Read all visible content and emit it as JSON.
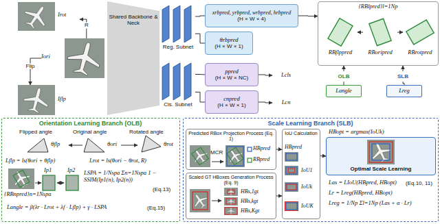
{
  "diagram": {
    "nodes": [
      {
        "text": [
          "Irot"
        ]
      },
      {
        "text": [
          "Iori"
        ]
      },
      {
        "text": [
          "Iflp"
        ]
      },
      {
        "text": [
          "Shared Backbone & Neck"
        ]
      },
      {
        "text": [
          "Reg. Subnet"
        ]
      },
      {
        "text": [
          "Cls. Subnet"
        ]
      },
      {
        "text": [
          "xrbpred, yrbpred, wrbpred, hrbpred",
          "(H × W × 4)"
        ]
      },
      {
        "text": [
          "θrbpred",
          "(H × W × 1)"
        ]
      },
      {
        "text": [
          "ppred",
          "(H × W × NC)"
        ]
      },
      {
        "text": [
          "cnpred",
          "(H × W × 1)"
        ]
      },
      {
        "text": [
          "Lcls"
        ]
      },
      {
        "text": [
          "Lcn"
        ]
      },
      {
        "text": [
          "{RBlpred}l=1Np"
        ]
      },
      {
        "text": [
          "RBflppred"
        ],
        "in": 12
      },
      {
        "text": [
          "RBoripred"
        ],
        "in": 12
      },
      {
        "text": [
          "RBrotpred"
        ],
        "in": 12
      },
      {
        "text": [
          "OLB"
        ]
      },
      {
        "text": [
          "SLB"
        ]
      },
      {
        "text": [
          "Langle"
        ]
      },
      {
        "text": [
          "Lreg"
        ]
      },
      {
        "text": [
          "Orientation Learning Branch (OLB)"
        ]
      },
      {
        "text": [
          "Scale Learning Branch (SLB)"
        ]
      },
      {
        "text": [
          "Predicted RBox Projection Process (Eq. 1)"
        ],
        "in": 21
      },
      {
        "text": [
          "Scaled GT HBoxes Generation Process (Eq. 9)"
        ],
        "in": 21
      },
      {
        "text": [
          "IoU Calculation"
        ],
        "in": 21
      },
      {
        "text": [
          "Optimal Scale Learning"
        ],
        "in": 21
      }
    ],
    "edges": [
      {
        "from": 1,
        "to": 0,
        "label": "R",
        "arrow": "to"
      },
      {
        "from": 1,
        "to": 2,
        "label": "Flip",
        "arrow": "to"
      },
      {
        "from": 4,
        "to": 6,
        "arrow": "none"
      },
      {
        "from": 4,
        "to": 7,
        "arrow": "none"
      },
      {
        "from": 5,
        "to": 8,
        "arrow": "none"
      },
      {
        "from": 5,
        "to": 9,
        "arrow": "none"
      },
      {
        "from": 8,
        "to": 10,
        "arrow": "to"
      },
      {
        "from": 9,
        "to": 11,
        "arrow": "to"
      },
      {
        "from": 6,
        "to": 12,
        "arrow": "to"
      },
      {
        "from": 14,
        "to": 13,
        "arrow": "to"
      },
      {
        "from": 14,
        "to": 15,
        "arrow": "to"
      },
      {
        "from": 16,
        "to": 12,
        "arrow": "to"
      },
      {
        "from": 17,
        "to": 12,
        "arrow": "to"
      },
      {
        "from": 18,
        "to": 16,
        "arrow": "none"
      },
      {
        "from": 19,
        "to": 17,
        "arrow": "none"
      },
      {
        "from": 22,
        "to": 24,
        "arrow": "to"
      },
      {
        "from": 23,
        "to": 24,
        "arrow": "to"
      },
      {
        "from": 24,
        "to": 25,
        "arrow": "to"
      }
    ],
    "labels": [
      "Flipped angle",
      "Original angle",
      "Rotated angle",
      "θflp",
      "θori",
      "θrot",
      "Lflp = ls(θori + θflp)",
      "Lrot = ls(θori − θrot, R)",
      "{RBnpred}n=1Nspa",
      "Ip1",
      "Ip2",
      "LSPA = 1/Nspa Σn=1Nspa 1 − SSIM(Ip1(n), Ip2(n))",
      "(Eq.13)",
      "Langle = β(λr · Lrot + λf · Lflp) + γ · LSPA",
      "(Eq.15)",
      "MCR",
      "HBpred",
      "RBpred",
      "HBs,1gt",
      "HBs,kgt",
      "HBs,Kgt",
      "HBpred",
      "IoU1",
      "IoUk",
      "IoUK",
      "HBopt = argmax(IoUk)",
      "Las = LIoU(HBpred, HBopt)",
      "Lr = Lreg(HBpred, HBopt)",
      "Lreg = 1/Np Σl=1Np (Las + α · Lr)",
      "(Eq.10, 11)"
    ]
  }
}
